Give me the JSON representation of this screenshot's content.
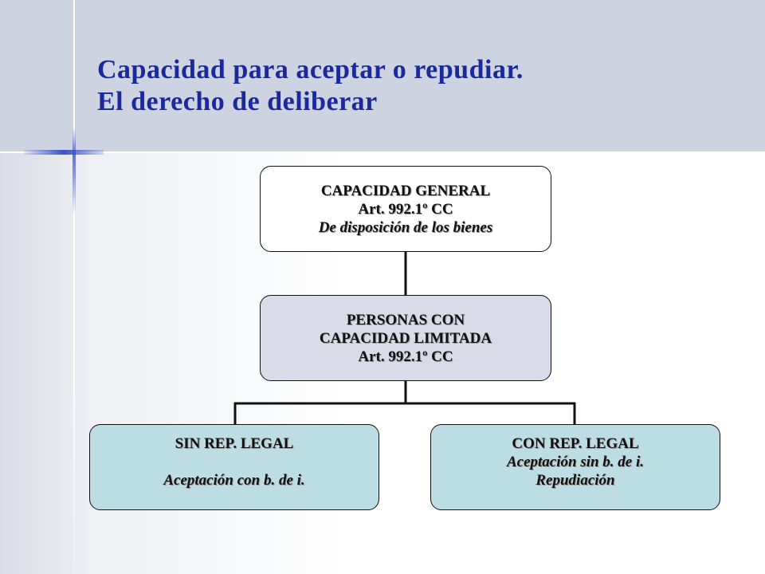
{
  "slide": {
    "title_line1": "Capacidad para aceptar o repudiar.",
    "title_line2": "El derecho de deliberar"
  },
  "diagram": {
    "top": {
      "line1": "CAPACIDAD GENERAL",
      "line2": "Art. 992.1º CC",
      "line3": "De disposición de los bienes"
    },
    "middle": {
      "line1": "PERSONAS CON",
      "line2": "CAPACIDAD LIMITADA",
      "line3": "Art. 992.1º CC"
    },
    "left": {
      "line1": "SIN REP. LEGAL",
      "line2": "Aceptación con b. de i."
    },
    "right": {
      "line1": "CON REP. LEGAL",
      "line2": "Aceptación sin b. de i.",
      "line3": "Repudiación"
    }
  }
}
